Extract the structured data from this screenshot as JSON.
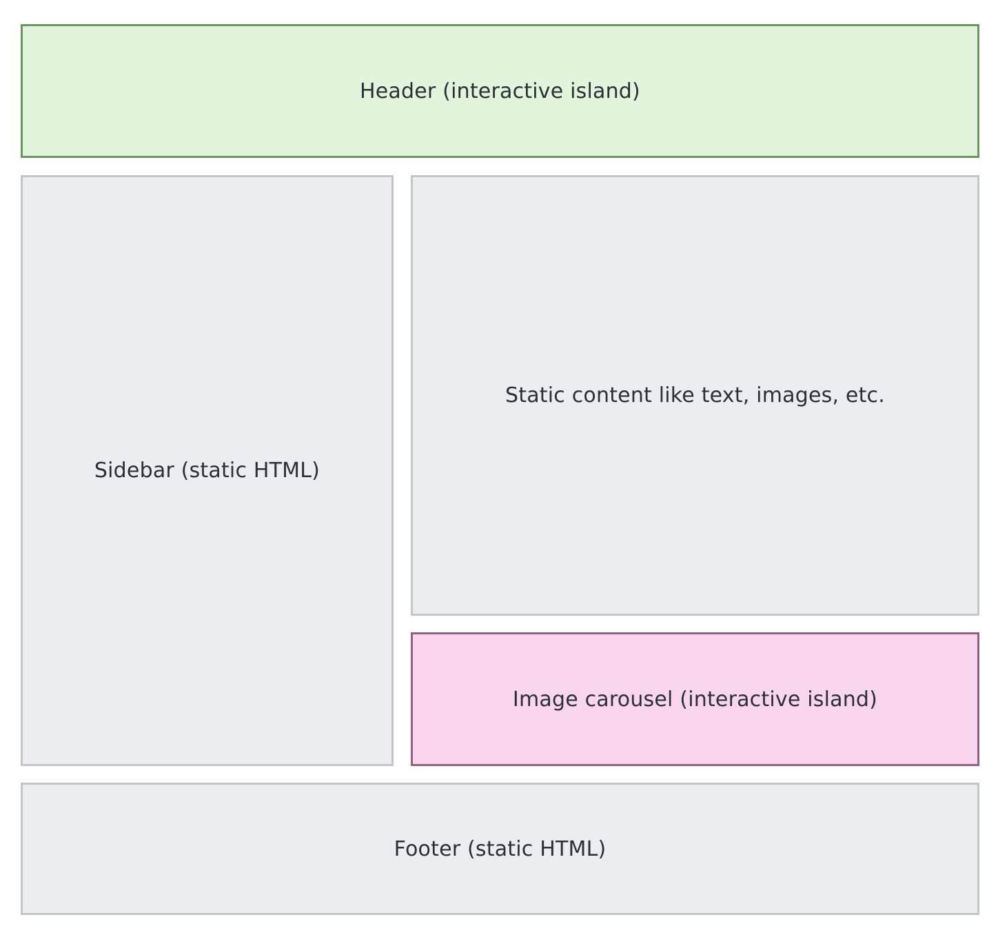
{
  "diagram": {
    "header": {
      "label": "Header (interactive island)",
      "kind": "interactive-island",
      "fill": "#e2f5dc",
      "stroke": "#6b9460"
    },
    "sidebar": {
      "label": "Sidebar (static HTML)",
      "kind": "static",
      "fill": "#ecedf1",
      "stroke": "#c4c5c9"
    },
    "content": {
      "label": "Static content like text, images, etc.",
      "kind": "static",
      "fill": "#ecedf1",
      "stroke": "#c4c5c9"
    },
    "carousel": {
      "label": "Image carousel (interactive island)",
      "kind": "interactive-island",
      "fill": "#f9d6ee",
      "stroke": "#94607f"
    },
    "footer": {
      "label": "Footer (static HTML)",
      "kind": "static",
      "fill": "#ecedf1",
      "stroke": "#c4c5c9"
    }
  }
}
